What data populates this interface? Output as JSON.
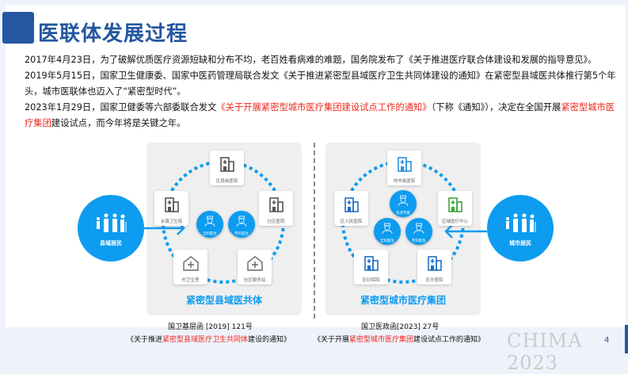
{
  "header": {
    "title": "医联体发展过程"
  },
  "paragraphs": [
    [
      {
        "t": "2017年4月23日，为了破解优质医疗资源短缺和分布不均，老百姓看病难的难题，国务院发布了《关于推进医疗联合体建设和发展的指导意见》。"
      }
    ],
    [
      {
        "t": "2019年5月15日，国家卫生健康委、国家中医药管理局联合发文《关于推进紧密型县域医疗卫生共同体建设的通知》在紧密型县域医共体推行第5个年头，城市医联体也迈入了“紧密型时代”。"
      }
    ],
    [
      {
        "t": "2023年1月29日，国家卫健委等六部委联合发文"
      },
      {
        "t": "《关于开展紧密型城市医疗集团建设试点工作的通知》",
        "red": true
      },
      {
        "t": "（下称《通知》），决定在全国开展"
      },
      {
        "t": "紧密型城市医疗集团",
        "red": true
      },
      {
        "t": "建设试点，而今年将是关键之年。"
      }
    ]
  ],
  "left": {
    "resident": "县域居民",
    "title": "紧密型县域医共体",
    "nodes": [
      "区县级医院",
      "乡镇卫生院",
      "社区医院",
      "村卫生室",
      "社区服务站"
    ],
    "doctors": [
      "全科医生",
      "专科医生"
    ],
    "doc_no": "国卫基层函 [2019] 121号",
    "doc_title": [
      {
        "t": "《关于推进"
      },
      {
        "t": "紧密型县域医疗卫生共同体",
        "red": true
      },
      {
        "t": "建设的通知》"
      }
    ]
  },
  "right": {
    "resident": "城市居民",
    "title": "紧密型城市医疗集团",
    "nodes": [
      "地市级医院",
      "区人民医院",
      "区域医疗中心",
      "区妇保院",
      "区中医院"
    ],
    "doctors": [
      "资深专家",
      "全科医生",
      "专科医生"
    ],
    "doc_no": "国卫医政函[2023] 27号",
    "doc_title": [
      {
        "t": "《关于开展"
      },
      {
        "t": "紧密型城市医疗集团",
        "red": true
      },
      {
        "t": "建设试点工作的通知》"
      }
    ]
  },
  "footer": {
    "watermark": "CHIMA 2023",
    "page": "4"
  },
  "colors": {
    "brand": "#2457a0",
    "accent": "#0d9cf0",
    "highlight": "#f0261b"
  }
}
